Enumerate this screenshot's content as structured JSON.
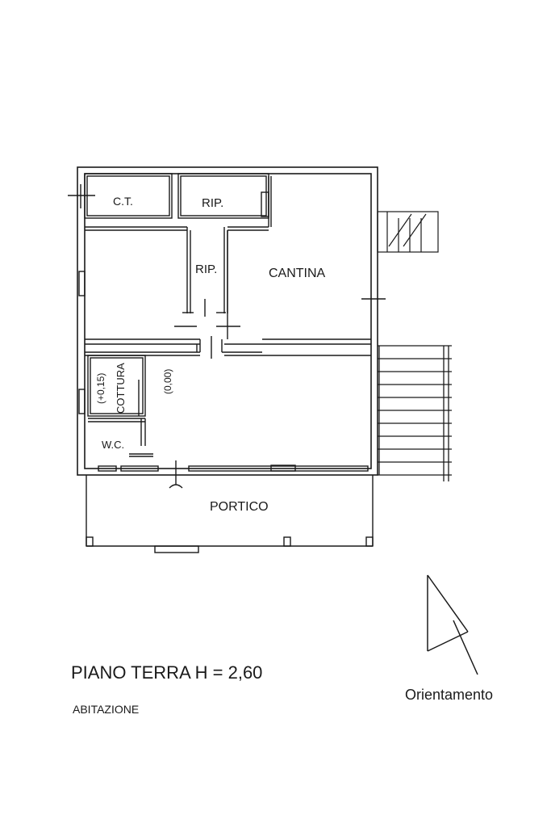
{
  "rooms": {
    "ct": "C.T.",
    "rip_top": "RIP.",
    "rip_corridor": "RIP.",
    "cantina": "CANTINA",
    "cottura": "COTTURA",
    "cottura_level": "(+0,15)",
    "main_level": "(0,00)",
    "wc": "W.C.",
    "portico": "PORTICO"
  },
  "footer": {
    "title": "PIANO TERRA H = 2,60",
    "subtitle": "ABITAZIONE"
  },
  "orientation": {
    "label": "Orientamento",
    "icon": "north-arrow-icon"
  },
  "colors": {
    "line": "#1a1a1a",
    "background": "#ffffff"
  }
}
